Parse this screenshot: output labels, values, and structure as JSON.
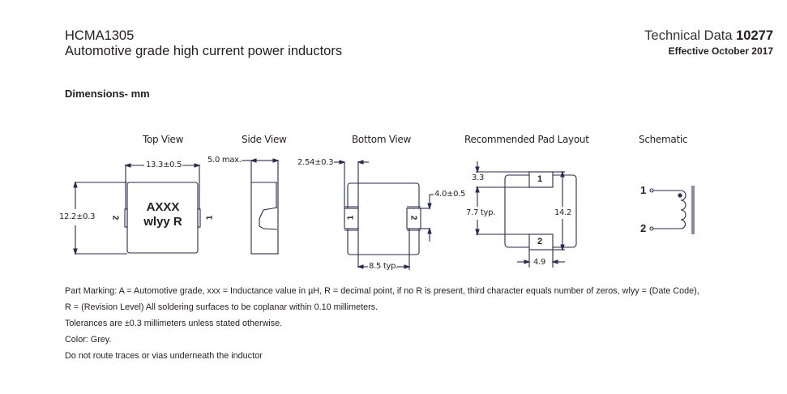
{
  "header": {
    "product_code": "HCMA1305",
    "product_description": "Automotive grade high current power inductors",
    "technical_data_label": "Technical Data",
    "technical_data_number": "10277",
    "effective_date": "Effective October 2017"
  },
  "section": {
    "title": "Dimensions- mm"
  },
  "views": {
    "top_view": {
      "label": "Top View",
      "width_dim": "13.3±0.5",
      "height_dim": "12.2±0.3",
      "marking_line1": "AXXX",
      "marking_line2": "wlyy R",
      "pin_left": "2",
      "pin_right": "1"
    },
    "side_view": {
      "label": "Side View",
      "height_dim": "5.0 max."
    },
    "bottom_view": {
      "label": "Bottom View",
      "terminal_width_dim": "2.54±0.3",
      "terminal_height_dim": "4.0±0.5",
      "pitch_dim": "8.5 typ.",
      "pin_left": "1",
      "pin_right": "2"
    },
    "pad_layout": {
      "label": "Recommended Pad Layout",
      "pad_height_dim": "3.3",
      "gap_dim": "7.7 typ.",
      "total_dim": "14.2",
      "pad_width_dim": "4.9",
      "pin_top": "1",
      "pin_bottom": "2"
    },
    "schematic": {
      "label": "Schematic",
      "pin1": "1",
      "pin2": "2"
    }
  },
  "notes": {
    "part_marking_line1": "Part Marking:  A = Automotive grade, xxx = Inductance value in µH, R = decimal point, if no R is present, third character equals number of zeros, wlyy = (Date Code),",
    "part_marking_line2": "R = (Revision Level) All soldering surfaces to be coplanar within 0.10 millimeters.",
    "tolerances": "Tolerances are ±0.3 millimeters unless stated otherwise.",
    "color": "Color:  Grey.",
    "routing": "Do not route traces or vias underneath the inductor"
  },
  "colors": {
    "line": "#2b2a4a",
    "text": "#231f20"
  }
}
